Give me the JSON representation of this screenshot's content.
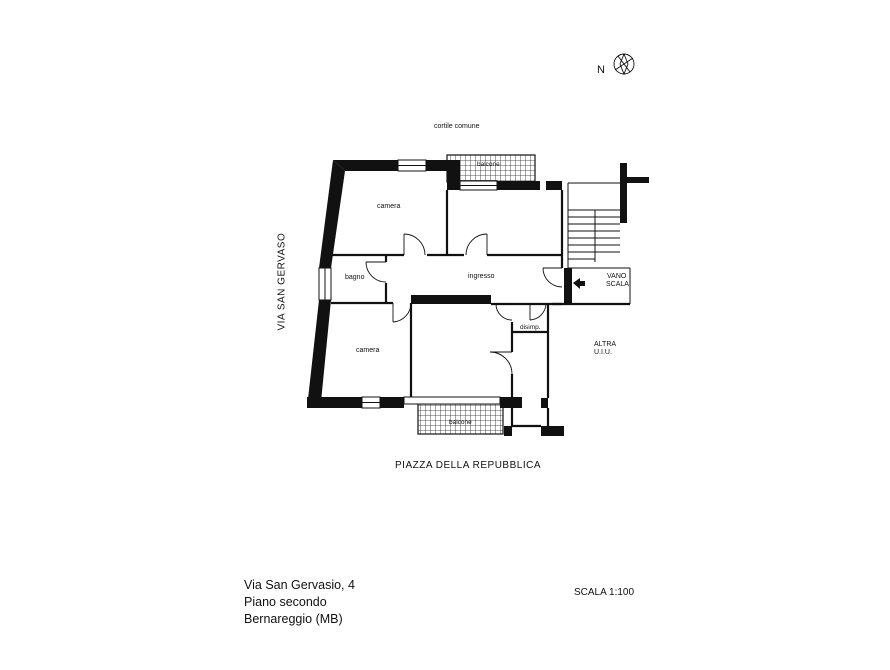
{
  "compass": {
    "north_label": "N"
  },
  "surroundings": {
    "courtyard": "cortile comune",
    "west_street": "VIA SAN GERVASO",
    "south_square": "PIAZZA DELLA REPUBBLICA"
  },
  "rooms": {
    "bedroom_north": "camera",
    "bedroom_south": "camera",
    "entrance": "ingresso",
    "bathroom": "bagno",
    "landing": "disimp.",
    "balcony_north": "balcone",
    "balcony_south": "balcone",
    "stairwell_line1": "VANO",
    "stairwell_line2": "SCALA",
    "other_unit_line1": "ALTRA",
    "other_unit_line2": "U.I.U."
  },
  "address": {
    "line1": "Via San Gervasio, 4",
    "line2": "Piano secondo",
    "line3": "Bernareggio (MB)"
  },
  "scale": {
    "label": "SCALA 1:100"
  }
}
